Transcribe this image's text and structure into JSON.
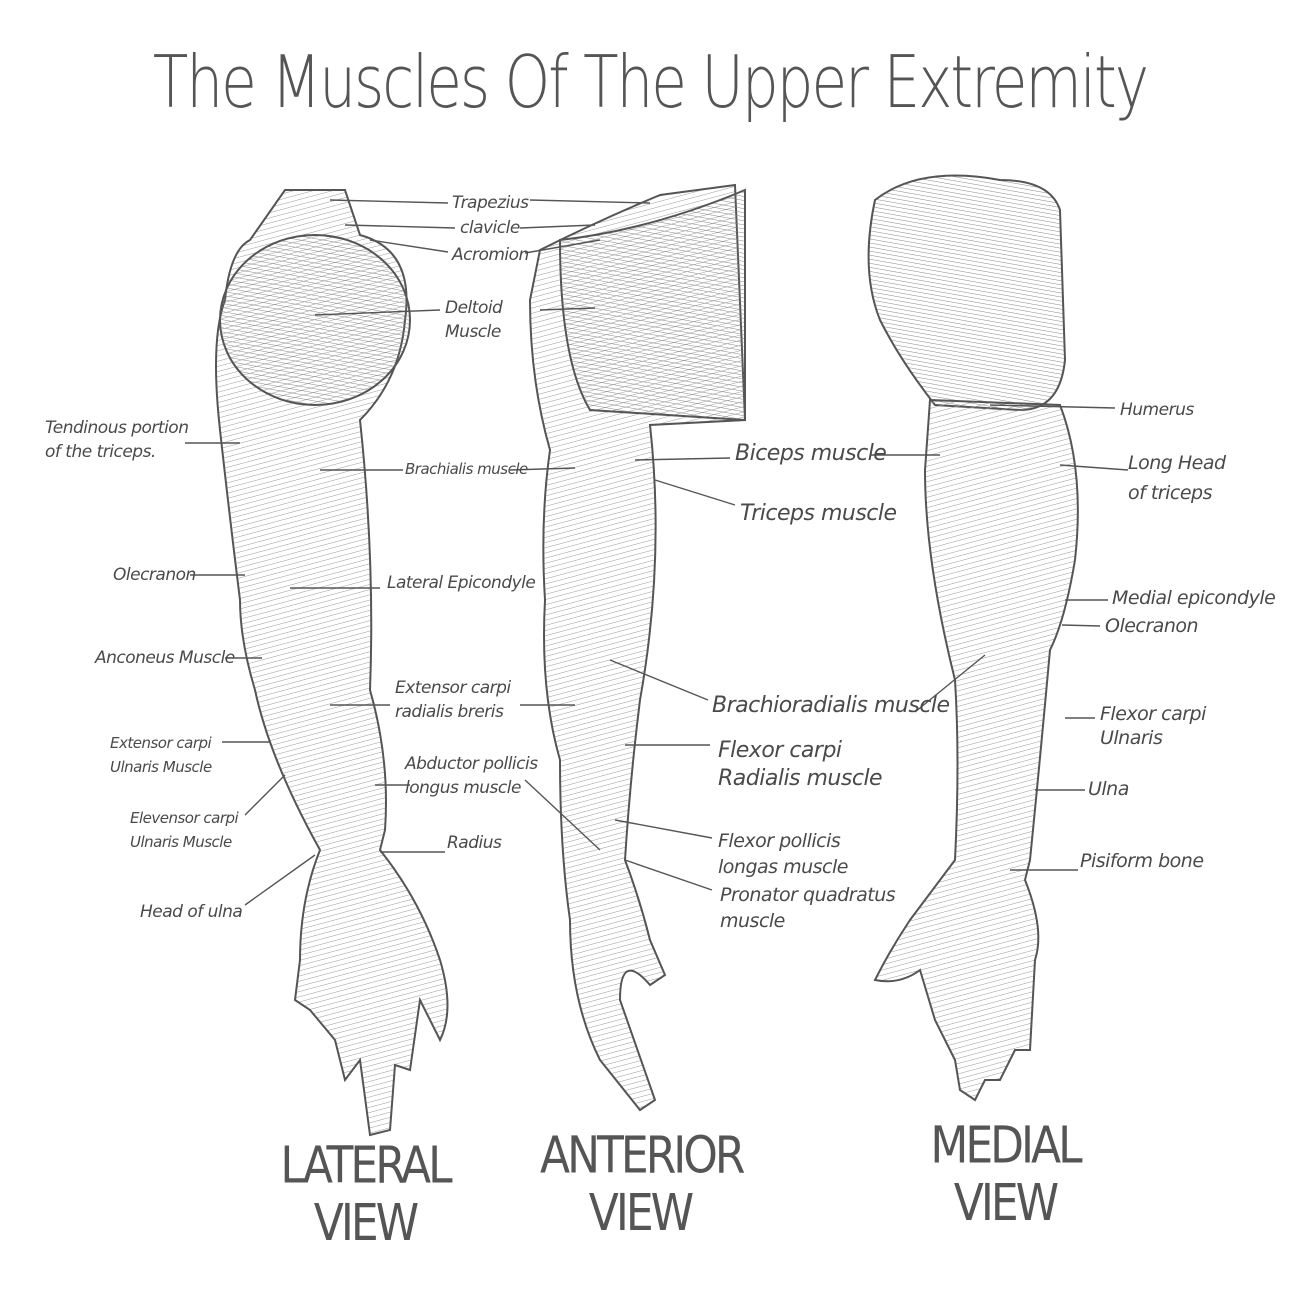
{
  "title": "The Muscles Of The Upper Extremity",
  "colors": {
    "ink": "#4a4a4a",
    "line": "#555555",
    "hatch": "#8a8a8a"
  },
  "views": {
    "lateral": {
      "line1": "LATERAL",
      "line2": "VIEW"
    },
    "anterior": {
      "line1": "ANTERIOR",
      "line2": "VIEW"
    },
    "medial": {
      "line1": "MEDIAL",
      "line2": "VIEW"
    }
  },
  "labels": {
    "trapezius": "Trapezius",
    "clavicle": "clavicle",
    "acromion": "Acromion",
    "deltoid": "Deltoid\nMuscle",
    "tendinous": "Tendinous portion\nof the triceps.",
    "brachialis": "Brachialis muscle",
    "olecranon_lat": "Olecranon",
    "lateral_epicondyle": "Lateral Epicondyle",
    "anconeus": "Anconeus Muscle",
    "ext_carpi_rad": "Extensor carpi\nradialis breris",
    "ext_carpi_uln": "Extensor carpi\nUlnaris Muscle",
    "abductor": "Abductor pollicis\nlongus muscle",
    "elevensor": "Elevensor carpi\nUlnaris Muscle",
    "radius": "Radius",
    "head_ulna": "Head of ulna",
    "biceps": "Biceps muscle",
    "triceps": "Triceps muscle",
    "brachioradialis": "Brachioradialis muscle",
    "flexor_carpi_rad": "Flexor carpi\nRadialis muscle",
    "flexor_pollicis": "Flexor pollicis\nlongas muscle",
    "pronator": "Pronator quadratus\nmuscle",
    "humerus": "Humerus",
    "long_head": "Long Head\nof triceps",
    "medial_epicondyle": "Medial epicondyle",
    "olecranon_med": "Olecranon",
    "flexor_carpi_uln": "Flexor carpi\nUlnaris",
    "ulna": "Ulna",
    "pisiform": "Pisiform bone"
  }
}
